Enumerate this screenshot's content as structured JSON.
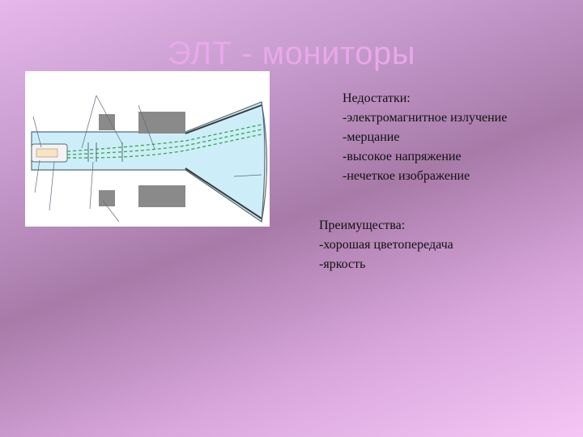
{
  "slide": {
    "title": "ЭЛТ - мониторы"
  },
  "disadvantages": {
    "heading": "Недостатки:",
    "items": [
      "-электромагнитное излучение",
      "-мерцание",
      "-высокое напряжение",
      "-нечеткое изображение"
    ]
  },
  "advantages": {
    "heading": "Преимущества:",
    "items": [
      "-хорошая цветопередача",
      "-яркость"
    ]
  },
  "diagram": {
    "tube_color": "#cdeef8",
    "outline_color": "#5a6a78",
    "beam_color": "#3aa34a",
    "plate_color": "#8a8a8a"
  }
}
